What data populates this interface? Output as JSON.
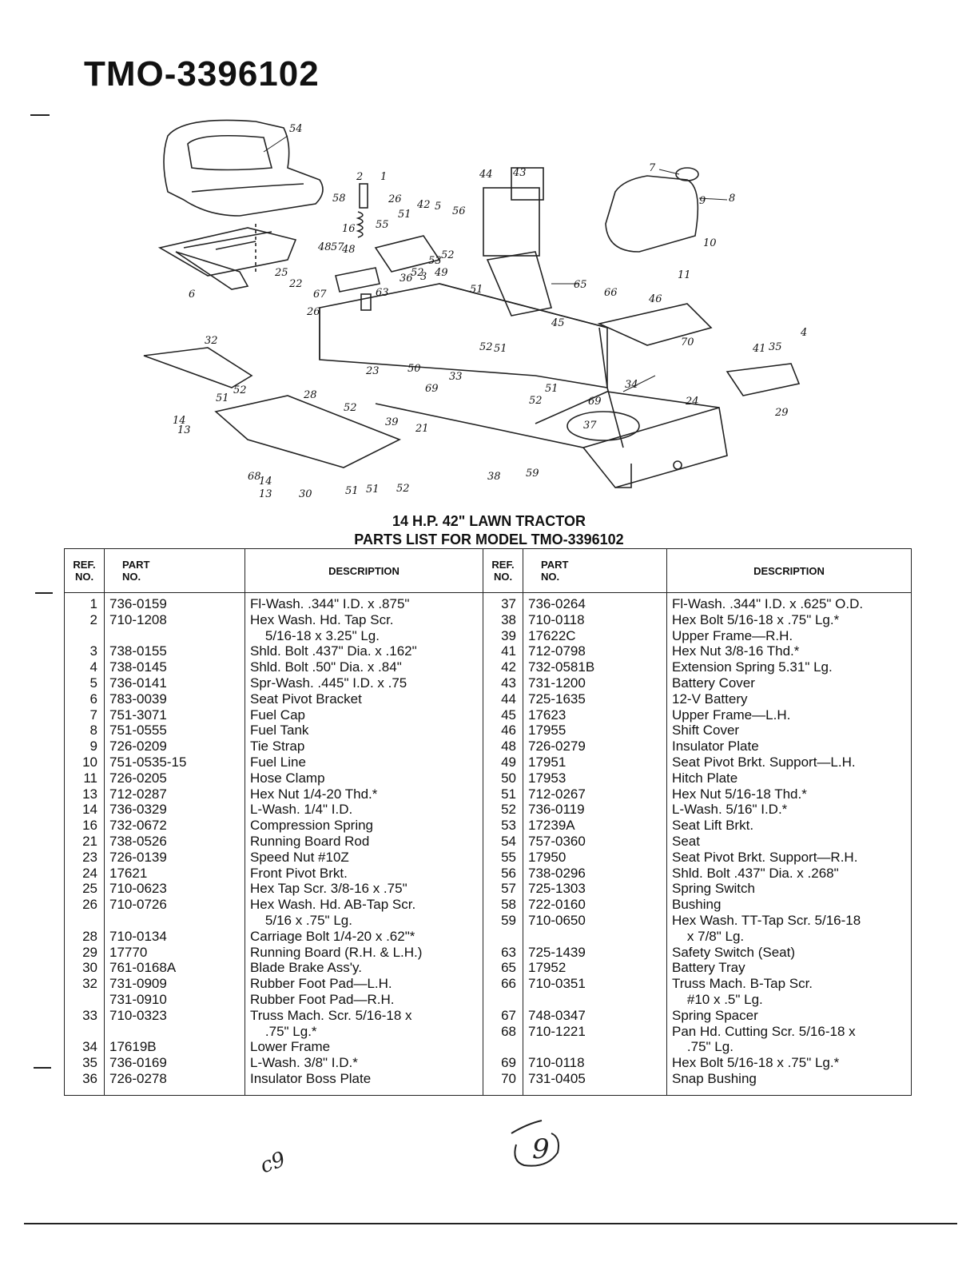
{
  "header": {
    "model_code": "TMO-3396102"
  },
  "diagram": {
    "callouts": [
      "54",
      "2",
      "1",
      "58",
      "16",
      "26",
      "55",
      "51",
      "42",
      "5",
      "56",
      "48",
      "57",
      "48",
      "52",
      "53",
      "22",
      "67",
      "63",
      "36",
      "3",
      "49",
      "52",
      "51",
      "26",
      "44",
      "43",
      "65",
      "7",
      "9",
      "8",
      "10",
      "11",
      "66",
      "46",
      "70",
      "45",
      "52",
      "51",
      "23",
      "50",
      "33",
      "34",
      "24",
      "4",
      "41",
      "35",
      "29",
      "32",
      "52",
      "28",
      "69",
      "51",
      "14",
      "13",
      "52",
      "39",
      "21",
      "52",
      "51",
      "69",
      "37",
      "68",
      "14",
      "13",
      "30",
      "51",
      "51",
      "52",
      "38",
      "59",
      "6",
      "25"
    ]
  },
  "captions": {
    "line1": "14 H.P. 42\" LAWN TRACTOR",
    "line2": "PARTS LIST FOR MODEL TMO-3396102"
  },
  "table": {
    "headers": {
      "ref_no": "REF.\nNO.",
      "part_no": "PART\nNO.",
      "description": "DESCRIPTION"
    },
    "left": {
      "refs": "1\n2\n\n3\n4\n5\n6\n7\n8\n9\n10\n11\n13\n14\n16\n21\n23\n24\n25\n26\n\n28\n29\n30\n32\n\n33\n\n34\n35\n36",
      "parts": "736-0159\n710-1208\n\n738-0155\n738-0145\n736-0141\n783-0039\n751-3071\n751-0555\n726-0209\n751-0535-15\n726-0205\n712-0287\n736-0329\n732-0672\n738-0526\n726-0139\n17621\n710-0623\n710-0726\n\n710-0134\n17770\n761-0168A\n731-0909\n731-0910\n710-0323\n\n17619B\n736-0169\n726-0278",
      "descriptions": "Fl-Wash. .344\" I.D. x .875\"\nHex Wash. Hd. Tap Scr.\n    5/16-18 x 3.25\" Lg.\nShld. Bolt .437\" Dia. x .162\"\nShld. Bolt .50\" Dia. x .84\"\nSpr-Wash. .445\" I.D. x .75\nSeat Pivot Bracket\nFuel Cap\nFuel Tank\nTie Strap\nFuel Line\nHose Clamp\nHex Nut 1/4-20 Thd.*\nL-Wash. 1/4\" I.D.\nCompression Spring\nRunning Board Rod\nSpeed Nut #10Z\nFront Pivot Brkt.\nHex Tap Scr. 3/8-16 x .75\"\nHex Wash. Hd. AB-Tap Scr.\n    5/16 x .75\" Lg.\nCarriage Bolt 1/4-20 x .62\"*\nRunning Board (R.H. & L.H.)\nBlade Brake Ass'y.\nRubber Foot Pad—L.H.\nRubber Foot Pad—R.H.\nTruss Mach. Scr. 5/16-18 x\n    .75\" Lg.*\nLower Frame\nL-Wash. 3/8\" I.D.*\nInsulator Boss Plate"
    },
    "right": {
      "refs": "37\n38\n39\n41\n42\n43\n44\n45\n46\n48\n49\n50\n51\n52\n53\n54\n55\n56\n57\n58\n59\n\n63\n65\n66\n\n67\n68\n\n69\n70",
      "parts": "736-0264\n710-0118\n17622C\n712-0798\n732-0581B\n731-1200\n725-1635\n17623\n17955\n726-0279\n17951\n17953\n712-0267\n736-0119\n17239A\n757-0360\n17950\n738-0296\n725-1303\n722-0160\n710-0650\n\n725-1439\n17952\n710-0351\n\n748-0347\n710-1221\n\n710-0118\n731-0405",
      "descriptions": "Fl-Wash. .344\" I.D. x .625\" O.D.\nHex Bolt 5/16-18 x .75\" Lg.*\nUpper Frame—R.H.\nHex Nut 3/8-16 Thd.*\nExtension Spring 5.31\" Lg.\nBattery Cover\n12-V Battery\nUpper Frame—L.H.\nShift Cover\nInsulator Plate\nSeat Pivot Brkt. Support—L.H.\nHitch Plate\nHex Nut 5/16-18 Thd.*\nL-Wash. 5/16\" I.D.*\nSeat Lift Brkt.\nSeat\nSeat Pivot Brkt. Support—R.H.\nShld. Bolt .437\" Dia. x .268\"\nSpring Switch\nBushing\nHex Wash. TT-Tap Scr. 5/16-18\n    x 7/8\" Lg.\nSafety Switch (Seat)\nBattery Tray\nTruss Mach. B-Tap Scr.\n    #10 x .5\" Lg.\nSpring Spacer\nPan Hd. Cutting Scr. 5/16-18 x\n    .75\" Lg.\nHex Bolt 5/16-18 x .75\" Lg.*\nSnap Bushing"
    }
  },
  "handwritten": {
    "page_mark": "9",
    "corner_note": "c9"
  }
}
